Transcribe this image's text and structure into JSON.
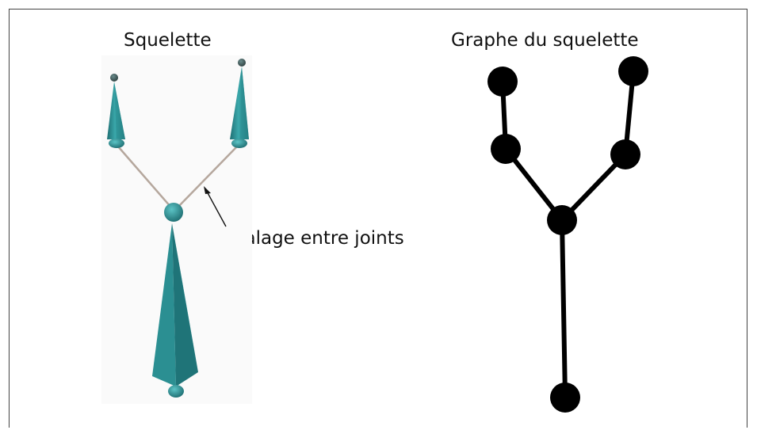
{
  "figure": {
    "left_title": "Squelette",
    "right_title": "Graphe du squelette",
    "annotation": "Décalage entre joints",
    "colors": {
      "bone_fill": "#2a8c8f",
      "bone_dark": "#1e6e72",
      "bone_light": "#3fb0b3",
      "joint_offset_line": "#b8aaa0",
      "graph_node": "#000000",
      "graph_edge": "#000000",
      "frame": "#444444"
    }
  }
}
